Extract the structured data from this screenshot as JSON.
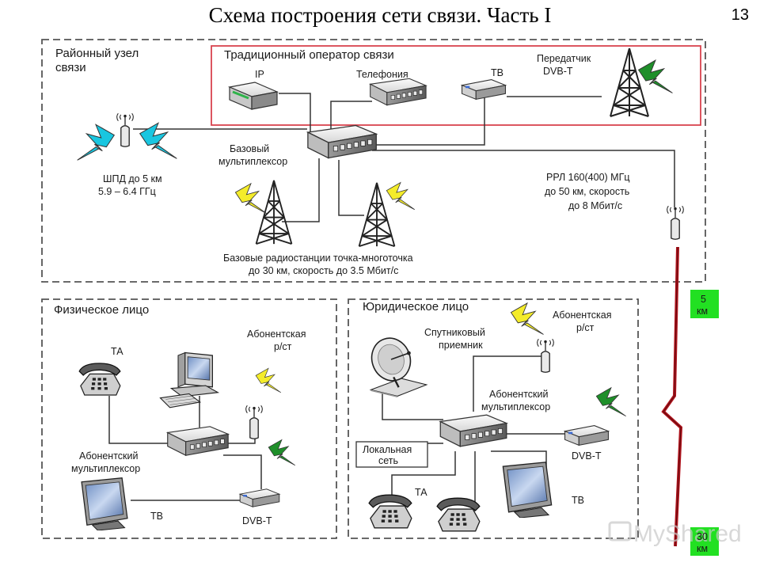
{
  "slide": {
    "title": "Схема построения сети связи. Часть I",
    "number": "13"
  },
  "regions": {
    "district": {
      "title_line1": "Районный узел",
      "title_line2": "связи"
    },
    "operator": {
      "title": "Традиционный оператор связи"
    },
    "individual": {
      "title": "Физическое лицо"
    },
    "legal": {
      "title": "Юридическое лицо"
    }
  },
  "labels": {
    "ip": "IP",
    "telephony": "Телефония",
    "tv_op": "ТВ",
    "transmitter_line1": "Передатчик",
    "transmitter_line2": "DVB-T",
    "base_mux_line1": "Базовый",
    "base_mux_line2": "мультиплексор",
    "shpd_line1": "ШПД до 5 км",
    "shpd_line2": "5.9 – 6.4 ГГц",
    "rrl_line1": "РРЛ 160(400) МГц",
    "rrl_line2": "до 50 км, скорость",
    "rrl_line3": "до 8 Мбит/с",
    "base_stations_line1": "Базовые радиостанции точка-многоточка",
    "base_stations_line2": "до 30 км, скорость до 3.5 Мбит/с",
    "ta_left": "ТА",
    "sub_station_left_line1": "Абонентская",
    "sub_station_left_line2": "р/ст",
    "sub_mux_left_line1": "Абонентский",
    "sub_mux_left_line2": "мультиплексор",
    "tv_left": "ТВ",
    "dvbt_left": "DVB-T",
    "sub_station_right_line1": "Абонентская",
    "sub_station_right_line2": "р/ст",
    "satellite_line1": "Спутниковый",
    "satellite_line2": "приемник",
    "sub_mux_right_line1": "Абонентский",
    "sub_mux_right_line2": "мультиплексор",
    "local_net_line1": "Локальная",
    "local_net_line2": "сеть",
    "dvbt_right": "DVB-T",
    "ta_right": "ТА",
    "tv_right": "ТВ",
    "dist_5_line1": "5",
    "dist_5_line2": "км",
    "dist_30_line1": "30",
    "dist_30_line2": "км"
  },
  "watermark": "MyShared",
  "colors": {
    "operator_border": "#d9434e",
    "lightning_green": "#1f8f2a",
    "lightning_cyan": "#19c6e0",
    "lightning_yellow": "#f4ec2a",
    "lightning_red": "#b0131c",
    "distance_badge": "#22e022"
  }
}
